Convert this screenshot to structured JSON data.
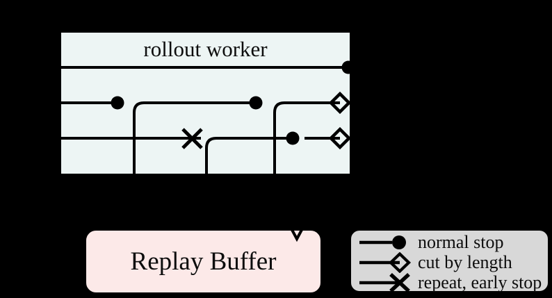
{
  "colors": {
    "bg": "#000000",
    "ink": "#000000",
    "rollout-fill": "#edf5f4",
    "replay-fill": "#fce9e8",
    "legend-fill": "#d8d8d8",
    "text": "#0d0d0d"
  },
  "rollout_worker": {
    "title": "rollout worker"
  },
  "replay_buffer": {
    "title": "Replay Buffer"
  },
  "legend": {
    "items": [
      {
        "icon": "normal-stop",
        "label": "normal stop"
      },
      {
        "icon": "cut-by-length",
        "label": "cut by length"
      },
      {
        "icon": "repeat-early-stop",
        "label": "repeat, early stop"
      }
    ]
  }
}
